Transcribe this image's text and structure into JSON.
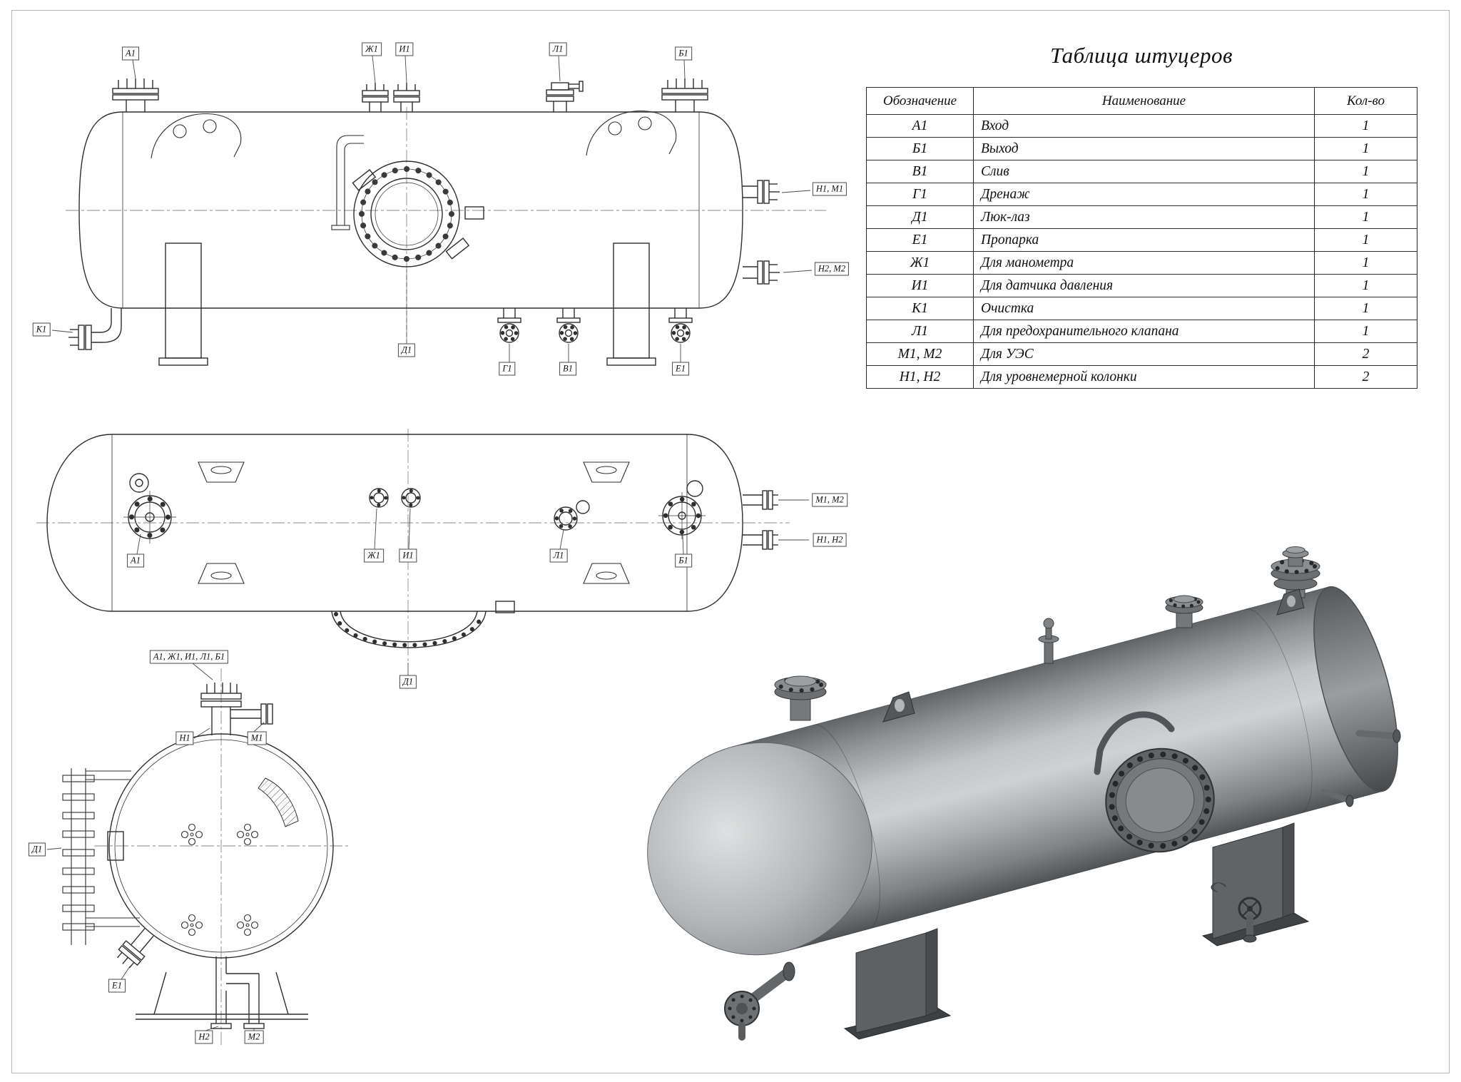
{
  "table": {
    "title": "Таблица штуцеров",
    "headers": {
      "designation": "Обозначение",
      "name": "Наименование",
      "qty": "Кол-во"
    },
    "rows": [
      {
        "code": "А1",
        "name": "Вход",
        "qty": "1"
      },
      {
        "code": "Б1",
        "name": "Выход",
        "qty": "1"
      },
      {
        "code": "В1",
        "name": "Слив",
        "qty": "1"
      },
      {
        "code": "Г1",
        "name": "Дренаж",
        "qty": "1"
      },
      {
        "code": "Д1",
        "name": "Люк-лаз",
        "qty": "1"
      },
      {
        "code": "Е1",
        "name": "Пропарка",
        "qty": "1"
      },
      {
        "code": "Ж1",
        "name": "Для манометра",
        "qty": "1"
      },
      {
        "code": "И1",
        "name": "Для датчика давления",
        "qty": "1"
      },
      {
        "code": "К1",
        "name": "Очистка",
        "qty": "1"
      },
      {
        "code": "Л1",
        "name": "Для предохранительного клапана",
        "qty": "1"
      },
      {
        "code": "М1, М2",
        "name": "Для УЭС",
        "qty": "2"
      },
      {
        "code": "Н1, Н2",
        "name": "Для уровнемерной колонки",
        "qty": "2"
      }
    ]
  },
  "side_view": {
    "callouts": {
      "a1": "А1",
      "zh1": "Ж1",
      "i1": "И1",
      "l1": "Л1",
      "b1": "Б1",
      "n1m1": "Н1, М1",
      "n2m2": "Н2, М2",
      "k1": "К1",
      "d1": "Д1",
      "g1": "Г1",
      "v1": "В1",
      "e1": "Е1"
    }
  },
  "top_view": {
    "callouts": {
      "a1": "А1",
      "zh1": "Ж1",
      "i1": "И1",
      "l1": "Л1",
      "b1": "Б1",
      "m1m2": "М1, М2",
      "n1n2": "Н1, Н2",
      "d1": "Д1"
    }
  },
  "end_view": {
    "callouts": {
      "cluster": "А1, Ж1, И1, Л1, Б1",
      "n1": "Н1",
      "m1": "М1",
      "d1": "Д1",
      "e1": "Е1",
      "n2": "Н2",
      "m2": "М2"
    }
  }
}
